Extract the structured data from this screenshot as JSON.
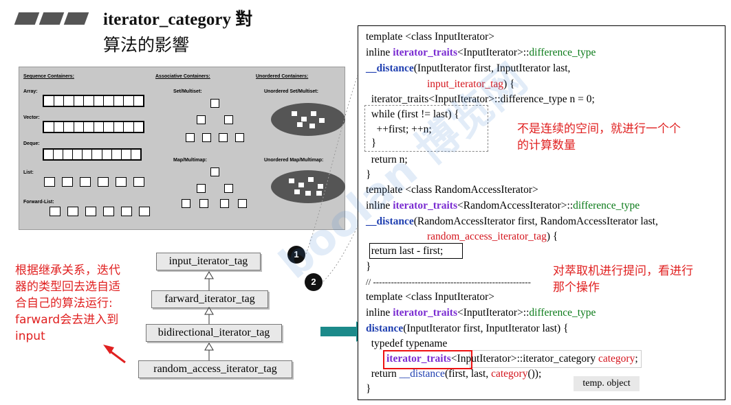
{
  "header": {
    "title_line1": "iterator_category 對",
    "title_line2": "算法的影響"
  },
  "panel": {
    "sequence_heading": "Sequence Containers:",
    "associative_heading": "Associative Containers:",
    "unordered_heading": "Unordered Containers:",
    "array": "Array:",
    "vector": "Vector:",
    "deque": "Deque:",
    "list": "List:",
    "forward_list": "Forward-List:",
    "set_multiset": "Set/Multiset:",
    "map_multimap": "Map/Multimap:",
    "unordered_set": "Unordered Set/Multiset:",
    "unordered_map": "Unordered Map/Multimap:"
  },
  "hierarchy": {
    "tags": [
      "input_iterator_tag",
      "farward_iterator_tag",
      "bidirectional_iterator_tag",
      "random_access_iterator_tag"
    ],
    "step1": "1",
    "step2": "2"
  },
  "annotations": {
    "left": [
      "根据继承关系，迭代",
      "器的类型回去选自适",
      "合自己的算法运行:",
      "farward会去进入到",
      "input"
    ],
    "not_contiguous": [
      "不是连续的空间，就进行一个个",
      "的计算数量"
    ],
    "ask_extractor": [
      "对萃取机进行提问，看进行",
      "那个操作"
    ]
  },
  "code": {
    "l1": "template <class InputIterator>",
    "l2_pre": "inline ",
    "l2_kw": "iterator_traits",
    "l2_mid": "<InputIterator>::",
    "l2_type": "difference_type",
    "l3_fn": "__distance",
    "l3_rest": "(InputIterator first, InputIterator last,",
    "l4_tag": "input_iterator_tag",
    "l4_end": ") {",
    "l5": "  iterator_traits<InputIterator>::difference_type n = 0;",
    "l6": "  while (first != last) {",
    "l7": "    ++first; ++n;",
    "l8": "  }",
    "l9": "  return n;",
    "l10": "}",
    "l11": "template <class RandomAccessIterator>",
    "l12_pre": "inline ",
    "l12_kw": "iterator_traits",
    "l12_mid": "<RandomAccessIterator>::",
    "l12_type": "difference_type",
    "l13_fn": "__distance",
    "l13_rest": "(RandomAccessIterator first, RandomAccessIterator last,",
    "l14_tag": "random_access_iterator_tag",
    "l14_end": ") {",
    "l15": "  return last - first;",
    "l16": "}",
    "l17": "// -----------------------------------------------------",
    "l18": "template <class InputIterator>",
    "l19_pre": "inline ",
    "l19_kw": "iterator_traits",
    "l19_mid": "<InputIterator>::",
    "l19_type": "difference_type",
    "l20_fn": "distance",
    "l20_rest": "(InputIterator first, InputIterator last) {",
    "l21": "  typedef typename",
    "l22_kw": "iterator_traits",
    "l22_mid": "<InputIterator>::iterator_category ",
    "l22_var": "category",
    "l22_end": ";",
    "l23_pre": "  return ",
    "l23_fn": "__distance",
    "l23_mid": "(first, last, ",
    "l23_var": "category",
    "l23_end": "());",
    "l24": "}",
    "temp_object": "temp. object"
  },
  "watermark": "boolan 博览网",
  "colors": {
    "keyword": "#7a2cd1",
    "function": "#1f3fb0",
    "type": "#0a7a18",
    "tag": "#d4141c",
    "annotation": "#e02020"
  }
}
